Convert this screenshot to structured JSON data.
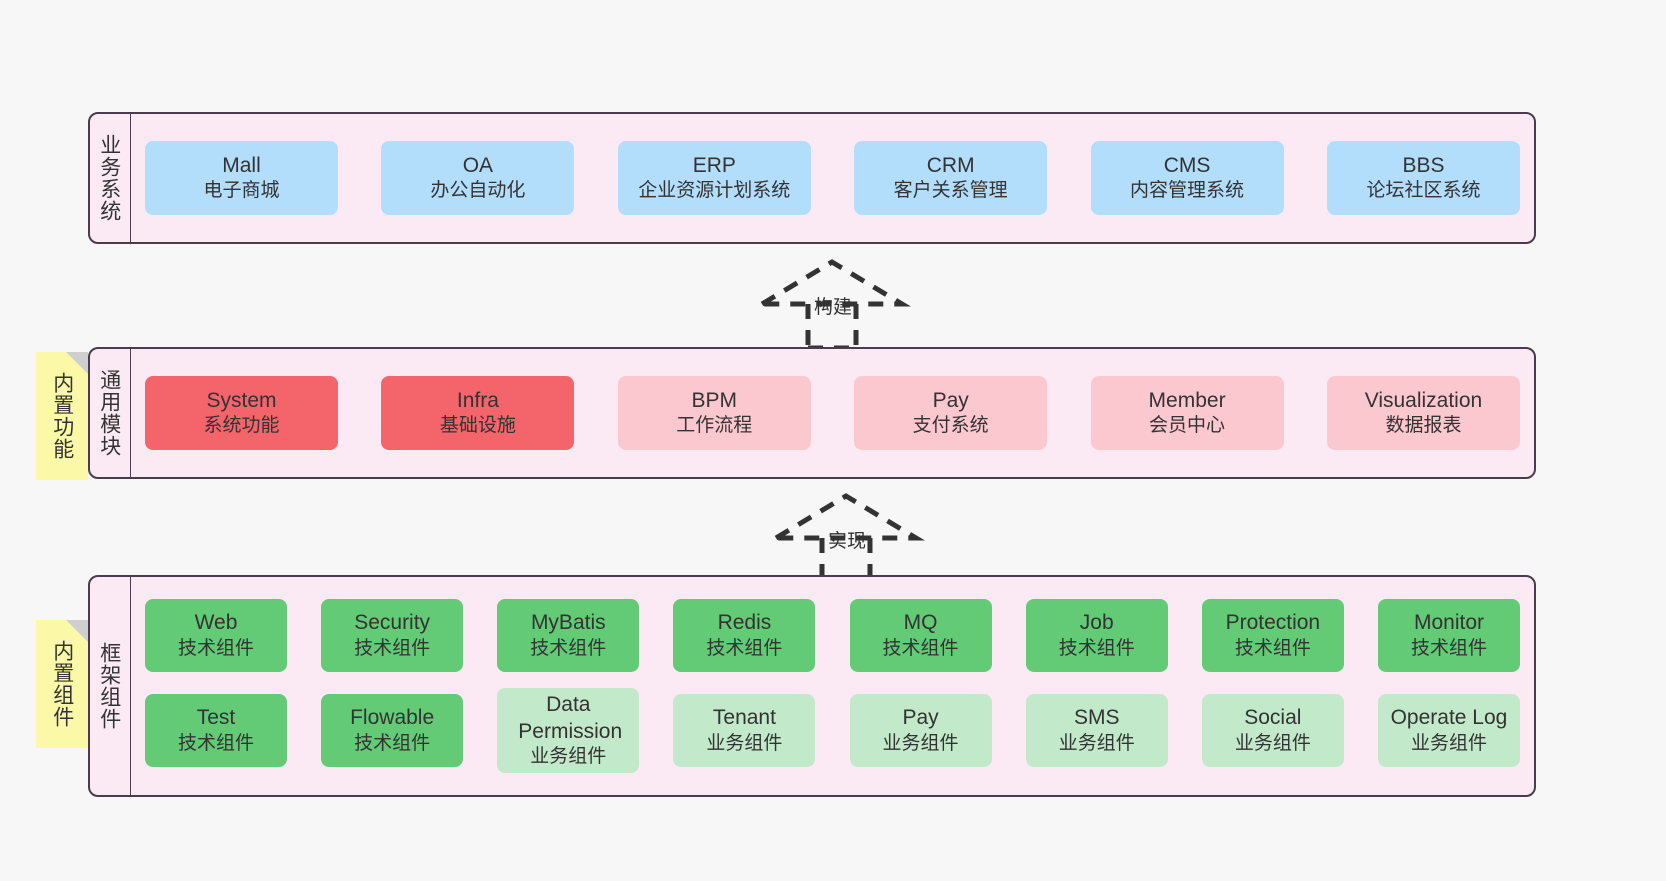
{
  "diagram": {
    "background_color": "#f7f7f7",
    "band_color": "#fbeaf4",
    "band_border_color": "#4a3c4c"
  },
  "layers": [
    {
      "title": "业务系统",
      "cards": [
        {
          "en": "Mall",
          "cn": "电子商城",
          "style": "c-blue"
        },
        {
          "en": "OA",
          "cn": "办公自动化",
          "style": "c-blue"
        },
        {
          "en": "ERP",
          "cn": "企业资源计划系统",
          "style": "c-blue"
        },
        {
          "en": "CRM",
          "cn": "客户关系管理",
          "style": "c-blue"
        },
        {
          "en": "CMS",
          "cn": "内容管理系统",
          "style": "c-blue"
        },
        {
          "en": "BBS",
          "cn": "论坛社区系统",
          "style": "c-blue"
        }
      ]
    },
    {
      "title": "通用模块",
      "cards": [
        {
          "en": "System",
          "cn": "系统功能",
          "style": "c-red"
        },
        {
          "en": "Infra",
          "cn": "基础设施",
          "style": "c-red"
        },
        {
          "en": "BPM",
          "cn": "工作流程",
          "style": "c-pink"
        },
        {
          "en": "Pay",
          "cn": "支付系统",
          "style": "c-pink"
        },
        {
          "en": "Member",
          "cn": "会员中心",
          "style": "c-pink"
        },
        {
          "en": "Visualization",
          "cn": "数据报表",
          "style": "c-pink"
        }
      ]
    },
    {
      "title": "框架组件",
      "row1": [
        {
          "en": "Web",
          "cn": "技术组件",
          "style": "c-green"
        },
        {
          "en": "Security",
          "cn": "技术组件",
          "style": "c-green"
        },
        {
          "en": "MyBatis",
          "cn": "技术组件",
          "style": "c-green"
        },
        {
          "en": "Redis",
          "cn": "技术组件",
          "style": "c-green"
        },
        {
          "en": "MQ",
          "cn": "技术组件",
          "style": "c-green"
        },
        {
          "en": "Job",
          "cn": "技术组件",
          "style": "c-green"
        },
        {
          "en": "Protection",
          "cn": "技术组件",
          "style": "c-green"
        },
        {
          "en": "Monitor",
          "cn": "技术组件",
          "style": "c-green"
        }
      ],
      "row2": [
        {
          "en": "Test",
          "cn": "技术组件",
          "style": "c-green"
        },
        {
          "en": "Flowable",
          "cn": "技术组件",
          "style": "c-green"
        },
        {
          "en": "Data Permission",
          "cn": "业务组件",
          "style": "c-lightgreen"
        },
        {
          "en": "Tenant",
          "cn": "业务组件",
          "style": "c-lightgreen"
        },
        {
          "en": "Pay",
          "cn": "业务组件",
          "style": "c-lightgreen"
        },
        {
          "en": "SMS",
          "cn": "业务组件",
          "style": "c-lightgreen"
        },
        {
          "en": "Social",
          "cn": "业务组件",
          "style": "c-lightgreen"
        },
        {
          "en": "Operate Log",
          "cn": "业务组件",
          "style": "c-lightgreen"
        }
      ]
    }
  ],
  "notes": [
    {
      "text": "内置功能",
      "color": "#fbf8a8"
    },
    {
      "text": "内置组件",
      "color": "#fbf8a8"
    }
  ],
  "arrows": [
    {
      "label": "构建"
    },
    {
      "label": "实现"
    }
  ]
}
